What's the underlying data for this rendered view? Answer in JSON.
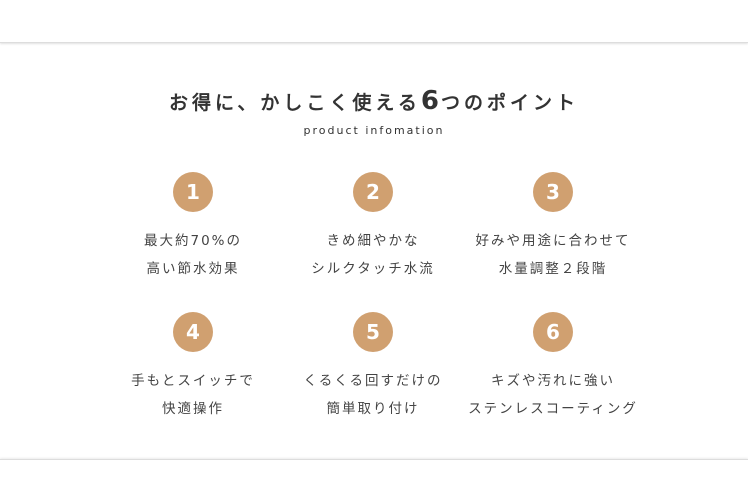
{
  "heading": {
    "before": "お得に、かしこく使える",
    "number": "6",
    "after": "つのポイント",
    "subtitle": "product infomation"
  },
  "accent_color": "#d0a070",
  "points": [
    {
      "num": "1",
      "line1": "最大約70%の",
      "line2": "高い節水効果"
    },
    {
      "num": "2",
      "line1": "きめ細やかな",
      "line2": "シルクタッチ水流"
    },
    {
      "num": "3",
      "line1": "好みや用途に合わせて",
      "line2": "水量調整２段階"
    },
    {
      "num": "4",
      "line1": "手もとスイッチで",
      "line2": "快適操作"
    },
    {
      "num": "5",
      "line1": "くるくる回すだけの",
      "line2": "簡単取り付け"
    },
    {
      "num": "6",
      "line1": "キズや汚れに強い",
      "line2": "ステンレスコーティング"
    }
  ]
}
